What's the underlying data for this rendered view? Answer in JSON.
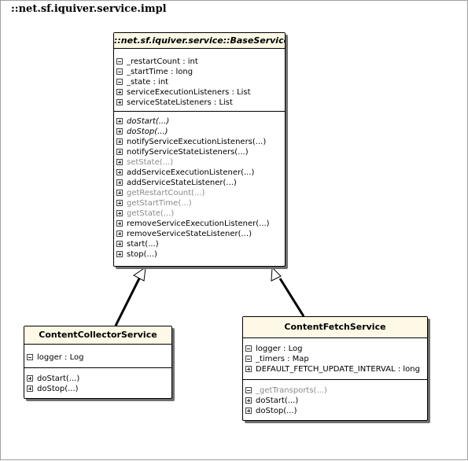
{
  "package": {
    "title": "::net.sf.iquiver.service.impl"
  },
  "base_class": {
    "name": "::net.sf.iquiver.service::BaseService",
    "attributes": [
      {
        "text": "_restartCount : int",
        "visibility": "private"
      },
      {
        "text": "_startTime : long",
        "visibility": "private"
      },
      {
        "text": "_state : int",
        "visibility": "private"
      },
      {
        "text": "serviceExecutionListeners : List",
        "visibility": "public"
      },
      {
        "text": "serviceStateListeners : List",
        "visibility": "public"
      }
    ],
    "operations": [
      {
        "text": "doStart(...)",
        "visibility": "protected",
        "style": "italic"
      },
      {
        "text": "doStop(...)",
        "visibility": "protected",
        "style": "italic"
      },
      {
        "text": "notifyServiceExecutionListeners(...)",
        "visibility": "protected",
        "style": "normal"
      },
      {
        "text": "notifyServiceStateListeners(...)",
        "visibility": "protected",
        "style": "normal"
      },
      {
        "text": "setState(...)",
        "visibility": "protected",
        "style": "muted"
      },
      {
        "text": "addServiceExecutionListener(...)",
        "visibility": "public",
        "style": "normal"
      },
      {
        "text": "addServiceStateListener(...)",
        "visibility": "public",
        "style": "normal"
      },
      {
        "text": "getRestartCount(...)",
        "visibility": "public",
        "style": "muted"
      },
      {
        "text": "getStartTime(...)",
        "visibility": "public",
        "style": "muted"
      },
      {
        "text": "getState(...)",
        "visibility": "public",
        "style": "muted"
      },
      {
        "text": "removeServiceExecutionListener(...)",
        "visibility": "public",
        "style": "normal"
      },
      {
        "text": "removeServiceStateListener(...)",
        "visibility": "public",
        "style": "normal"
      },
      {
        "text": "start(...)",
        "visibility": "public",
        "style": "normal"
      },
      {
        "text": "stop(...)",
        "visibility": "public",
        "style": "normal"
      }
    ]
  },
  "collector_class": {
    "name": "ContentCollectorService",
    "attributes": [
      {
        "text": "logger : Log",
        "visibility": "private"
      }
    ],
    "operations": [
      {
        "text": "doStart(...)",
        "visibility": "protected",
        "style": "normal"
      },
      {
        "text": "doStop(...)",
        "visibility": "protected",
        "style": "normal"
      }
    ]
  },
  "fetch_class": {
    "name": "ContentFetchService",
    "attributes": [
      {
        "text": "logger : Log",
        "visibility": "private"
      },
      {
        "text": "_timers : Map",
        "visibility": "private"
      },
      {
        "text": "DEFAULT_FETCH_UPDATE_INTERVAL : long",
        "visibility": "public"
      }
    ],
    "operations": [
      {
        "text": "_getTransports(...)",
        "visibility": "private",
        "style": "muted"
      },
      {
        "text": "doStart(...)",
        "visibility": "protected",
        "style": "normal"
      },
      {
        "text": "doStop(...)",
        "visibility": "protected",
        "style": "normal"
      }
    ]
  },
  "colors": {
    "header_fill": "#fdf9e6",
    "muted_text": "#8a8a8a",
    "shadow": "#6f6f6f"
  }
}
